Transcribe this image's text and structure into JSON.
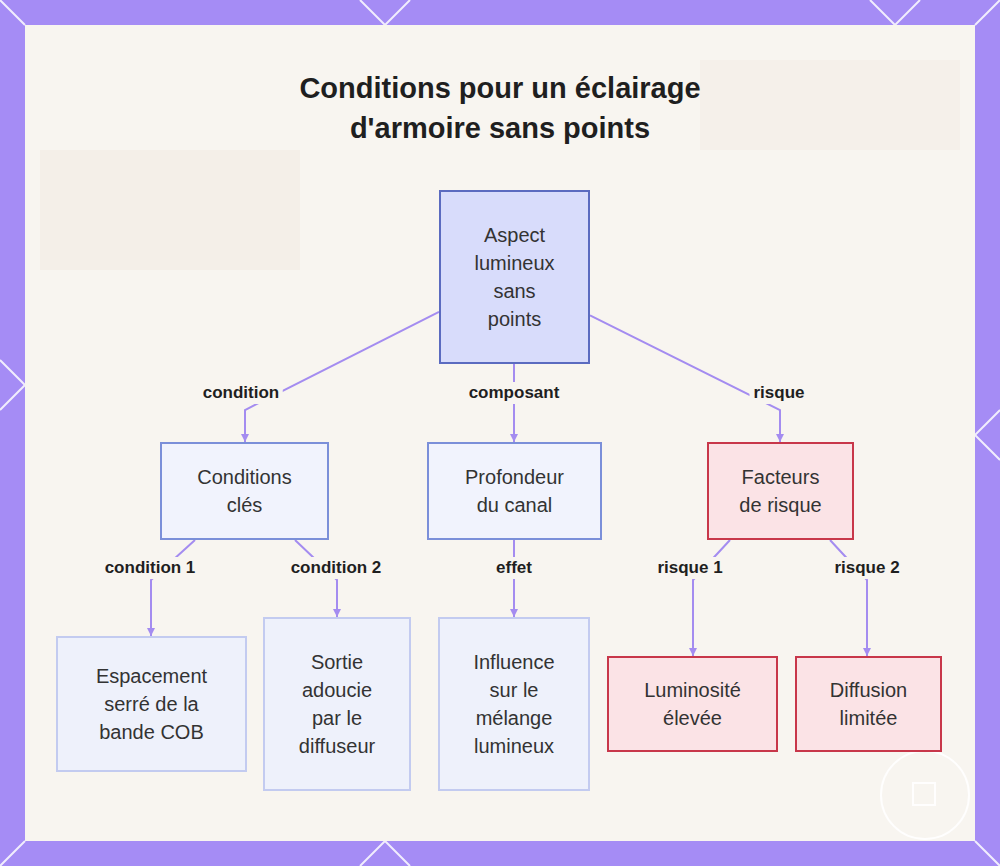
{
  "diagram": {
    "title": "Conditions pour un éclairage d'armoire sans points",
    "nodes": [
      {
        "text": [
          "Aspect lumineux sans points"
        ]
      },
      {
        "text": [
          "Conditions clés"
        ]
      },
      {
        "text": [
          "Profondeur du canal"
        ]
      },
      {
        "text": [
          "Facteurs de risque"
        ]
      },
      {
        "text": [
          "Espacement serré de la bande COB"
        ]
      },
      {
        "text": [
          "Sortie adoucie par le diffuseur"
        ]
      },
      {
        "text": [
          "Influence sur le mélange lumineux"
        ]
      },
      {
        "text": [
          "Luminosité élevée"
        ]
      },
      {
        "text": [
          "Diffusion limitée"
        ]
      }
    ],
    "edges": [
      {
        "from": 0,
        "to": 1,
        "label": "condition",
        "arrow": "to"
      },
      {
        "from": 0,
        "to": 2,
        "label": "composant",
        "arrow": "to"
      },
      {
        "from": 0,
        "to": 3,
        "label": "risque",
        "arrow": "to"
      },
      {
        "from": 1,
        "to": 4,
        "label": "condition 1",
        "arrow": "to"
      },
      {
        "from": 1,
        "to": 5,
        "label": "condition 2",
        "arrow": "to"
      },
      {
        "from": 2,
        "to": 6,
        "label": "effet",
        "arrow": "to"
      },
      {
        "from": 3,
        "to": 7,
        "label": "risque 1",
        "arrow": "to"
      },
      {
        "from": 3,
        "to": 8,
        "label": "risque 2",
        "arrow": "to"
      }
    ]
  }
}
